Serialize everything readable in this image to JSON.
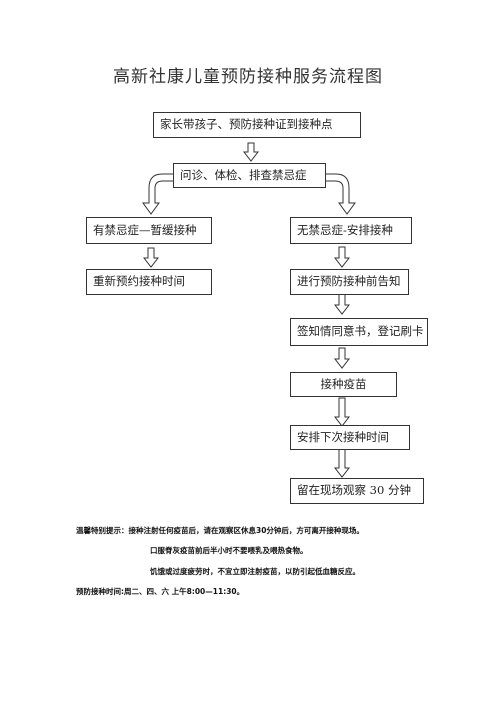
{
  "title": "高新社康儿童预防接种服务流程图",
  "boxes": {
    "step1": "家长带孩子、预防接种证到接种点",
    "step2": "问诊、体检、排查禁忌症",
    "contra": "有禁忌症—暂缓接种",
    "no_contra": "无禁忌症-安排接种",
    "reschedule": "重新预约接种时间",
    "inform": "进行预防接种前告知",
    "consent": "签知情同意书，登记刷卡",
    "vaccinate": "接种疫苗",
    "next": "安排下次接种时间",
    "observe": "留在现场观察 30 分钟"
  },
  "notes": {
    "line1": "温馨特别提示：接种注射任何疫苗后，请在观察区休息30分钟后，方可离开接种现场。",
    "line2": "口服脊灰疫苗前后半小时不要喂乳及喂热食物。",
    "line3": "饥饿或过度疲劳时，不宜立即注射疫苗，以防引起低血糖反应。",
    "line4": "预防接种时间:周二、四、六    上午8:00—11:30。"
  }
}
